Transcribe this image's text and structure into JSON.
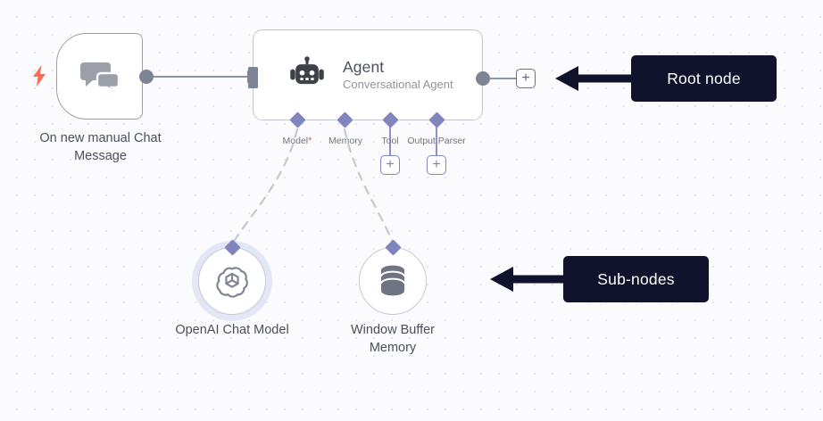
{
  "canvas": {
    "background_color": "#fbfbfd",
    "grid_dot_color": "#e4e5ea"
  },
  "nodes": [
    {
      "id": "trigger",
      "label": "On new manual Chat Message",
      "icon": "chat-bubbles-icon",
      "badge_icon": "lightning-bolt-icon",
      "badge_color": "#fb6b58"
    },
    {
      "id": "agent",
      "title": "Agent",
      "subtitle": "Conversational Agent",
      "icon": "robot-icon",
      "icon_color": "#3f4149"
    },
    {
      "id": "openai-chat-model",
      "label": "OpenAI Chat Model",
      "icon": "openai-logo-icon",
      "halo_color": "#e3e6f4"
    },
    {
      "id": "window-buffer-memory",
      "label": "Window Buffer Memory",
      "icon": "database-icon",
      "halo_color": "none"
    }
  ],
  "agent_connectors": [
    {
      "id": "model",
      "label": "Model",
      "required": true,
      "required_marker": "*",
      "has_add_button": false
    },
    {
      "id": "memory",
      "label": "Memory",
      "required": false,
      "required_marker": "",
      "has_add_button": false
    },
    {
      "id": "tool",
      "label": "Tool",
      "required": false,
      "required_marker": "",
      "has_add_button": true
    },
    {
      "id": "output-parser",
      "label": "Output Parser",
      "required": false,
      "required_marker": "",
      "has_add_button": true
    }
  ],
  "buttons": {
    "add_plus_label": "+"
  },
  "annotations": [
    {
      "id": "root-node",
      "text": "Root node",
      "background": "#10132b",
      "text_color": "#ffffff"
    },
    {
      "id": "sub-nodes",
      "text": "Sub-nodes",
      "background": "#10132b",
      "text_color": "#ffffff"
    }
  ],
  "colors": {
    "connector_purple": "#8086bd",
    "port_gray": "#7d8496",
    "node_border": "#c3c6d2",
    "label_text": "#4b4f5c"
  }
}
